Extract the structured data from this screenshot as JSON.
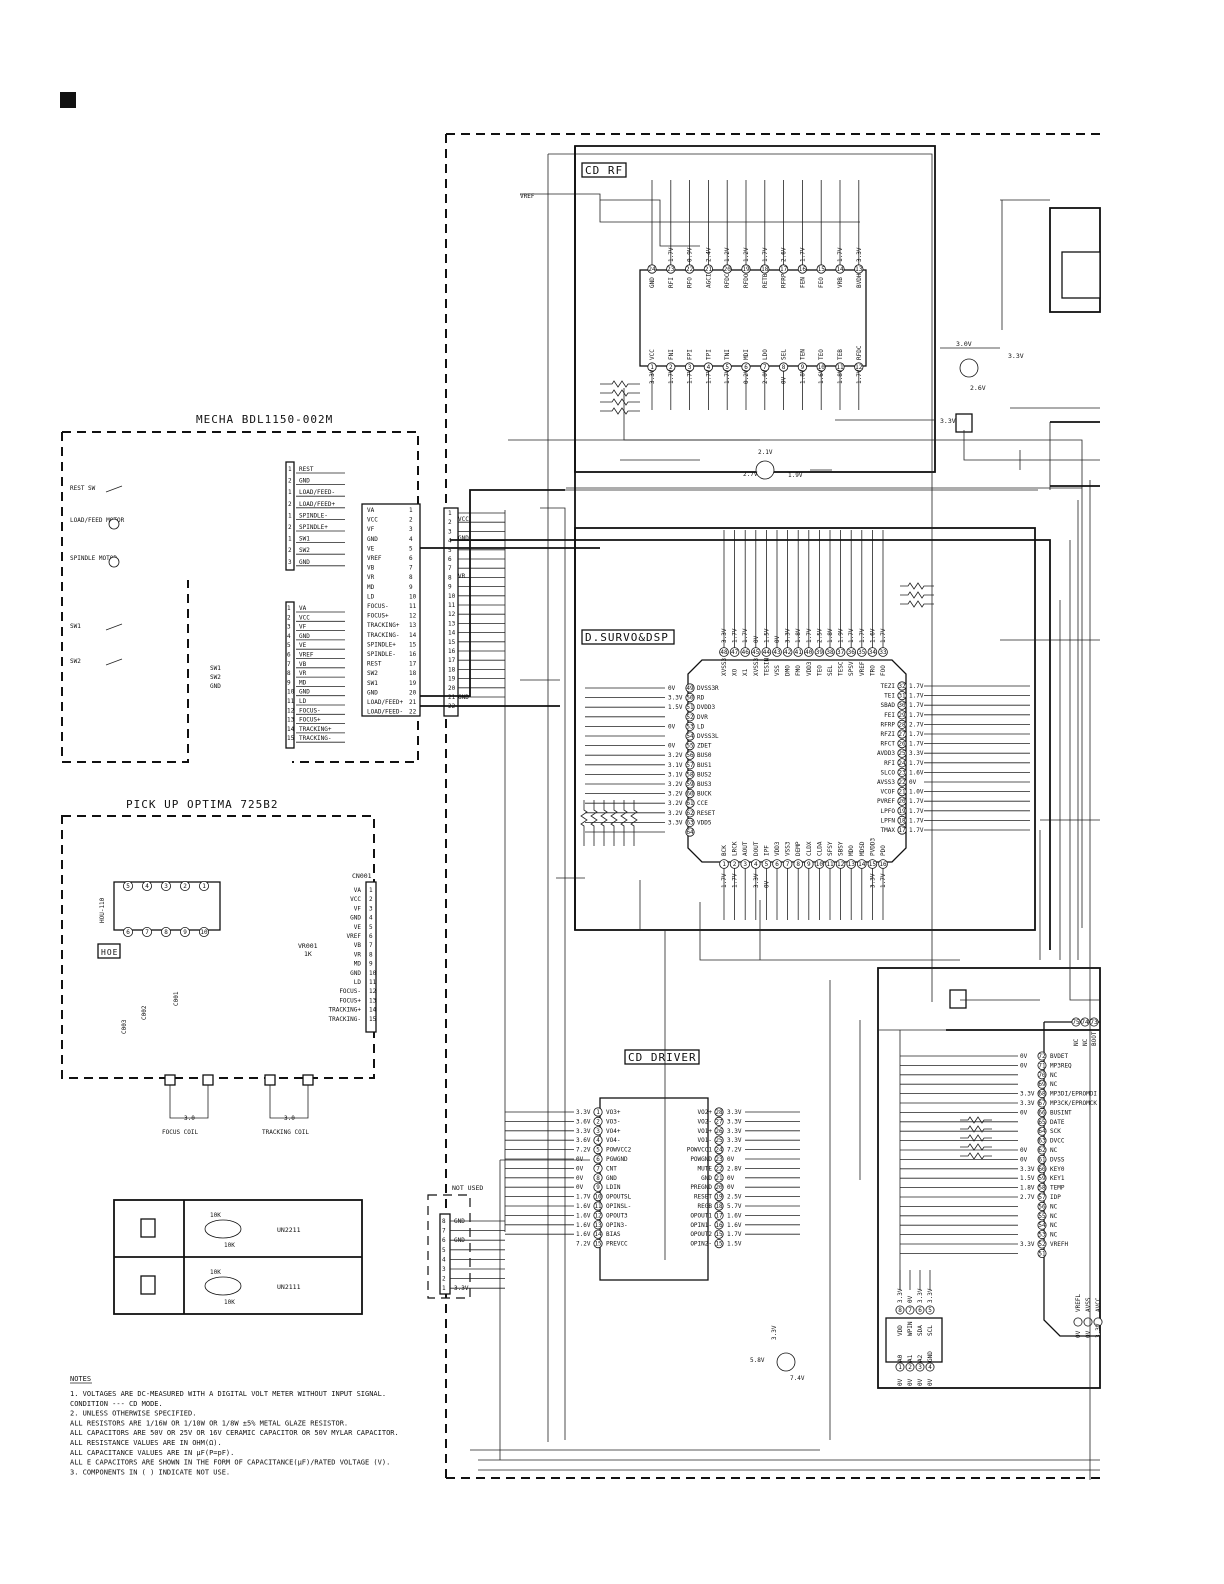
{
  "blocks": {
    "mecha_title": "MECHA   BDL1150-002M",
    "pickup_title": "PICK UP   OPTIMA 725B2",
    "cd_rf": "CD RF",
    "servo_dsp": "D.SURVO&DSP",
    "cd_driver": "CD DRIVER",
    "hoe": "HOE",
    "hou": "HOU-110",
    "cn001": "CN001",
    "not_used": "NOT USED"
  },
  "mecha": {
    "switches": [
      "REST SW",
      "LOAD/FEED MOTOR",
      "SPINDLE MOTOR",
      "SW1",
      "SW2"
    ],
    "connector1": [
      "REST",
      "GND",
      "LOAD/FEED-",
      "LOAD/FEED+",
      "SPINDLE-",
      "SPINDLE+",
      "SW1",
      "SW2",
      "GND"
    ],
    "connector1_pins": [
      "1",
      "2",
      "1",
      "2",
      "1",
      "2",
      "1",
      "2",
      "3"
    ],
    "connector2": [
      "VA",
      "VCC",
      "VF",
      "GND",
      "VE",
      "VREF",
      "VB",
      "VR",
      "MD",
      "GND",
      "LD",
      "FOCUS-",
      "FOCUS+",
      "TRACKING+",
      "TRACKING-"
    ],
    "bottom_labels": [
      "SW1",
      "SW2",
      "GND"
    ]
  },
  "interface": {
    "signals": [
      "VA",
      "VCC",
      "VF",
      "GND",
      "VE",
      "VREF",
      "VB",
      "VR",
      "MD",
      "LD",
      "FOCUS-",
      "FOCUS+",
      "TRACKING+",
      "TRACKING-",
      "SPINDLE+",
      "SPINDLE-",
      "REST",
      "SW2",
      "SW1",
      "GND",
      "LOAD/FEED+",
      "LOAD/FEED-"
    ],
    "left_pins": [
      "1",
      "2",
      "3",
      "4",
      "5",
      "6",
      "7",
      "8",
      "9",
      "10",
      "11",
      "12",
      "13",
      "14",
      "15",
      "16",
      "17",
      "18",
      "19",
      "20",
      "21",
      "22"
    ],
    "right_pins": [
      "1",
      "2",
      "3",
      "4",
      "5",
      "6",
      "7",
      "8",
      "9",
      "10",
      "11",
      "12",
      "13",
      "14",
      "15",
      "16",
      "17",
      "18",
      "19",
      "20",
      "21",
      "22"
    ],
    "right_labels": [
      "VCC",
      "GND",
      "VR",
      "GND"
    ]
  },
  "pickup": {
    "cn001": [
      "VA",
      "VCC",
      "VF",
      "GND",
      "VE",
      "VREF",
      "VB",
      "VR",
      "MD",
      "GND",
      "LD",
      "FOCUS-",
      "FOCUS+",
      "TRACKING+",
      "TRACKING-"
    ],
    "vr": "VR001",
    "vr_value": "1K",
    "caps": [
      "C003",
      "C002",
      "C001"
    ],
    "coil_values": [
      "3.0",
      "3.0"
    ],
    "coils": [
      "FOCUS COIL",
      "TRACKING COIL"
    ]
  },
  "cd_rf": {
    "top_pins": [
      "24",
      "23",
      "22",
      "21",
      "20",
      "19",
      "18",
      "17",
      "16",
      "15",
      "14",
      "13"
    ],
    "top_names": [
      "GND",
      "RFI",
      "RFO",
      "AGCI",
      "RFDC",
      "RFDO",
      "RETB",
      "RFRP",
      "FEN",
      "FEO",
      "VRB",
      "BVDH"
    ],
    "top_volts": [
      "",
      "1.7V",
      "0.9V",
      "2.4V",
      "1.2V",
      "1.2V",
      "1.7V",
      "2.6V",
      "1.7V",
      "",
      "1.7V",
      "3.3V"
    ],
    "bottom_pins": [
      "1",
      "2",
      "3",
      "4",
      "5",
      "6",
      "7",
      "8",
      "9",
      "10",
      "11",
      "12"
    ],
    "bottom_names": [
      "VCC",
      "FNI",
      "FPI",
      "TPI",
      "TNI",
      "MDI",
      "LDO",
      "SEL",
      "TEN",
      "TEO",
      "TEB",
      "RFDC"
    ],
    "bottom_volts": [
      "3.3V",
      "1.7V",
      "1.7V",
      "1.7V",
      "1.7V",
      "0.2V",
      "2.0V",
      "0V",
      "1.8V",
      "1.6V",
      "1.8V",
      "1.7V"
    ],
    "vref": "VREF",
    "tr_volts": [
      "2.1V",
      "2.7V",
      "1.9V"
    ]
  },
  "servo": {
    "top_pins": [
      "48",
      "47",
      "46",
      "45",
      "44",
      "43",
      "42",
      "41",
      "40",
      "39",
      "38",
      "37",
      "36",
      "35",
      "34",
      "33"
    ],
    "top_names": [
      "XVSS3",
      "XO",
      "X1",
      "XVSS3",
      "TESIN",
      "VSS",
      "DMO",
      "FMO",
      "VDD3",
      "TEO",
      "SEL",
      "TESC",
      "SPSV",
      "VREF",
      "TRO",
      "FOO"
    ],
    "top_volts": [
      "3.3V",
      "1.7V",
      "1.7V",
      "0V",
      "1.5V",
      "0V",
      "3.3V",
      "1.8V",
      "1.7V",
      "2.5V",
      "1.8V",
      "1.9V",
      "1.7V",
      "1.7V",
      "1.6V",
      "1.7V"
    ],
    "left_pins": [
      "49",
      "50",
      "51",
      "52",
      "53",
      "54",
      "55",
      "56",
      "57",
      "58",
      "59",
      "60",
      "61",
      "62",
      "63",
      "64"
    ],
    "left_names": [
      "DVSS3R",
      "RD",
      "DVDD3",
      "DVR",
      "LD",
      "DVSS3L",
      "ZDET",
      "BUS0",
      "BUS1",
      "BUS2",
      "BUS3",
      "BUCK",
      "CCE",
      "RESET",
      "VDD5",
      ""
    ],
    "left_volts": [
      "0V",
      "3.3V",
      "1.5V",
      "",
      "0V",
      "",
      "0V",
      "3.2V",
      "3.1V",
      "3.1V",
      "3.2V",
      "3.2V",
      "3.2V",
      "3.2V",
      "3.3V",
      ""
    ],
    "right_pins": [
      "32",
      "31",
      "30",
      "29",
      "28",
      "27",
      "26",
      "25",
      "24",
      "23",
      "22",
      "21",
      "20",
      "19",
      "18",
      "17"
    ],
    "right_names": [
      "TEZI",
      "TEI",
      "SBAD",
      "FEI",
      "RFRP",
      "RFZI",
      "RFCT",
      "AVDD3",
      "RFI",
      "SLCO",
      "AVSS3",
      "VCOF",
      "PVREF",
      "LPFO",
      "LPFN",
      "TMAX"
    ],
    "right_volts": [
      "1.7V",
      "1.7V",
      "1.7V",
      "1.7V",
      "2.7V",
      "1.7V",
      "1.7V",
      "3.3V",
      "1.7V",
      "1.6V",
      "0V",
      "1.0V",
      "1.7V",
      "1.7V",
      "1.7V",
      "1.7V"
    ],
    "bottom_pins": [
      "1",
      "2",
      "3",
      "4",
      "5",
      "6",
      "7",
      "8",
      "9",
      "10",
      "11",
      "12",
      "13",
      "14",
      "15",
      "16"
    ],
    "bottom_names": [
      "BCK",
      "LRCK",
      "AOUT",
      "DOUT",
      "IPF",
      "VDD3",
      "VSS3",
      "DEMP",
      "CLDX",
      "CLDA",
      "SFSY",
      "SBSY",
      "MDO",
      "MDSD",
      "PVDD3",
      "PDO"
    ],
    "bottom_volts": [
      "1.7V",
      "1.7V",
      "",
      "3.3V",
      "0V",
      "",
      "",
      "",
      "",
      "",
      "",
      "",
      "",
      "",
      "3.3V",
      "1.7V"
    ]
  },
  "driver": {
    "left_pins": [
      "1",
      "2",
      "3",
      "4",
      "5",
      "6",
      "7",
      "8",
      "9",
      "10",
      "11",
      "12",
      "13",
      "14"
    ],
    "left_names": [
      "VO3+",
      "VO3-",
      "VO4+",
      "VO4-",
      "POWVCC2",
      "PGWGND",
      "CNT",
      "GND",
      "LDIN",
      "OPOUTSL",
      "OPINSL-",
      "OPOUT3",
      "OPIN3-",
      "BIAS"
    ],
    "left_volts": [
      "3.3V",
      "3.6V",
      "3.3V",
      "3.6V",
      "7.2V",
      "0V",
      "0V",
      "0V",
      "0V",
      "1.7V",
      "1.6V",
      "1.6V",
      "1.6V",
      "1.6V"
    ],
    "extra_left": {
      "pin": "15",
      "name": "PREVCC",
      "volt": "7.2V"
    },
    "right_pins": [
      "28",
      "27",
      "26",
      "25",
      "24",
      "23",
      "22",
      "21",
      "20",
      "19",
      "18",
      "17",
      "16",
      "15"
    ],
    "right_names": [
      "VO2+",
      "VO2-",
      "VO1+",
      "VO1-",
      "POWVCC1",
      "POWGND",
      "MUTE",
      "GND",
      "PREGND",
      "RESET",
      "REGB",
      "OPOUT1",
      "OPIN1-",
      "OPOUT2"
    ],
    "right_volts": [
      "3.3V",
      "3.3V",
      "3.3V",
      "3.3V",
      "7.2V",
      "0V",
      "2.8V",
      "0V",
      "0V",
      "2.5V",
      "5.7V",
      "1.6V",
      "1.6V",
      "1.7V"
    ],
    "extra_right": {
      "pin": "15",
      "name": "OPIN2-",
      "volt": "1.5V"
    },
    "tr_volts": [
      "3.3V",
      "5.8V",
      "7.4V"
    ]
  },
  "mcu": {
    "pins": [
      "75",
      "74",
      "73",
      "72",
      "71",
      "70",
      "69",
      "68",
      "67",
      "66",
      "65",
      "64",
      "63",
      "62",
      "61",
      "60",
      "59",
      "58",
      "57",
      "56",
      "55",
      "54",
      "53",
      "52",
      "51"
    ],
    "names": [
      "NC",
      "NC",
      "BOOT",
      "BVDET",
      "MP3REQ",
      "NC",
      "NC",
      "MP3DI/EPROMDI",
      "MP3CK/EPROMCK",
      "BUSINT",
      "DATE",
      "SCK",
      "DVCC",
      "NC",
      "DVSS",
      "KEY0",
      "KEY1",
      "TEMP",
      "IDP",
      "NC",
      "NC",
      "NC",
      "NC",
      "VREFH",
      ""
    ],
    "volts": [
      "0V",
      "",
      "0V",
      "0V",
      "0V",
      "",
      "",
      "3.3V",
      "3.3V",
      "0V",
      "",
      "",
      "",
      "0V",
      "0V",
      "3.3V",
      "1.5V",
      "1.8V",
      "2.7V",
      "",
      "",
      "",
      "",
      "3.3V",
      ""
    ],
    "bottom_names": [
      "VREFL",
      "AVSS",
      "AVCC"
    ],
    "bottom_volts": [
      "0V",
      "0V",
      "3.3V"
    ]
  },
  "eeprom": {
    "top_names": [
      "VDD",
      "WPIN",
      "SDA",
      "SCL"
    ],
    "top_pins": [
      "8",
      "7",
      "6",
      "5"
    ],
    "top_volts": [
      "3.3V",
      "0V",
      "3.3V",
      "3.3V"
    ],
    "bottom_names": [
      "A0",
      "A1",
      "A2",
      "GND"
    ],
    "bottom_pins": [
      "1",
      "2",
      "3",
      "4"
    ],
    "bottom_volts": [
      "0V",
      "0V",
      "0V",
      "0V"
    ]
  },
  "tr_right": {
    "top_volt": "3.0V",
    "v2": "3.3V",
    "v3": "2.6V",
    "v4": "3.3V"
  },
  "side_conn": {
    "pins": [
      "8",
      "7",
      "6",
      "5",
      "4",
      "3",
      "2",
      "1"
    ],
    "labels": [
      "GND",
      "",
      "GND",
      "",
      "",
      "",
      "",
      "3.3V"
    ]
  },
  "legend": [
    {
      "model": "UN2211",
      "r1": "10K",
      "r2": "10K"
    },
    {
      "model": "UN2111",
      "r1": "10K",
      "r2": "10K"
    }
  ],
  "notes": {
    "heading": "NOTES",
    "lines": [
      "1. VOLTAGES ARE DC-MEASURED WITH A DIGITAL VOLT METER WITHOUT INPUT SIGNAL.",
      "   CONDITION --- CD MODE.",
      "2. UNLESS OTHERWISE SPECIFIED.",
      "   ALL RESISTORS ARE 1/16W OR 1/10W OR 1/8W ±5% METAL GLAZE RESISTOR.",
      "   ALL CAPACITORS ARE 50V OR 25V OR 16V CERAMIC CAPACITOR OR 50V MYLAR CAPACITOR.",
      "   ALL RESISTANCE VALUES ARE IN OHM(Ω).",
      "   ALL CAPACITANCE VALUES ARE IN μF(P=pF).",
      "   ALL E CAPACITORS ARE SHOWN IN THE FORM OF CAPACITANCE(μF)/RATED VOLTAGE (V).",
      "3. COMPONENTS IN ( ) INDICATE NOT USE."
    ]
  }
}
